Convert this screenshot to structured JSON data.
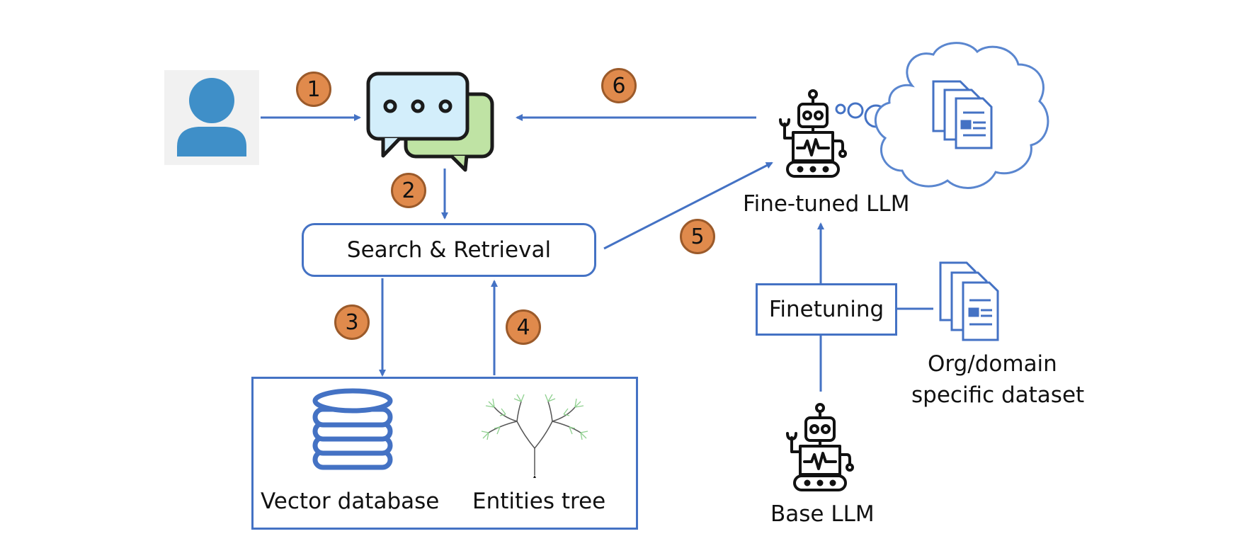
{
  "nodes": {
    "search_retrieval": "Search & Retrieval",
    "vector_database": "Vector database",
    "entities_tree": "Entities tree",
    "finetuned_llm": "Fine-tuned LLM",
    "finetuning": "Finetuning",
    "base_llm": "Base LLM",
    "dataset_line1": "Org/domain",
    "dataset_line2": "specific dataset"
  },
  "steps": [
    "1",
    "2",
    "3",
    "4",
    "5",
    "6"
  ],
  "icons": {
    "user": "user-icon",
    "chat": "chat-bubbles-icon",
    "robot": "robot-icon",
    "document": "document-stack-icon",
    "database": "database-icon",
    "tree": "tree-icon",
    "thought_cloud": "thought-cloud-icon"
  },
  "colors": {
    "arrow": "#4472C4",
    "badge_fill": "#E08A4C",
    "user_icon": "#3F8FC8",
    "chat_back": "#BFE3A4",
    "chat_front": "#D3EEFB",
    "tree": "#8FD08F"
  }
}
